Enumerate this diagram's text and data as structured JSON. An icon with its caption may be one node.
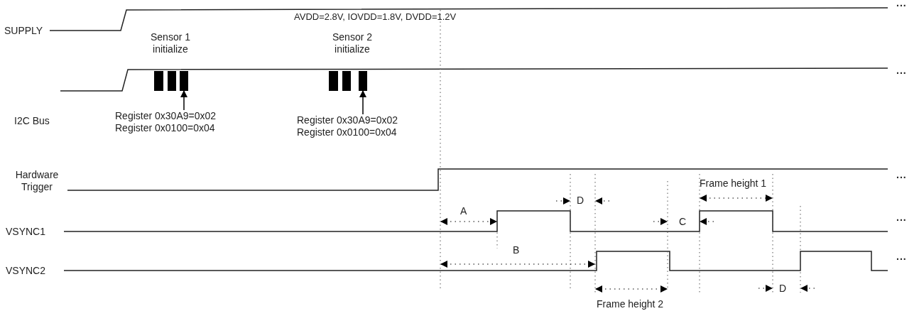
{
  "diagram": {
    "nodes": [
      {
        "text": [],
        "shape": "bar"
      },
      {
        "text": [
          "Register 0x30A9=0x02",
          "Register 0x0100=0x04"
        ]
      },
      {
        "text": [],
        "shape": "bar"
      },
      {
        "text": [
          "Register 0x30A9=0x02",
          "Register 0x0100=0x04"
        ]
      }
    ],
    "edges": [
      {
        "from": 1,
        "to": 0,
        "arrow": "to"
      },
      {
        "from": 3,
        "to": 2,
        "arrow": "to"
      }
    ],
    "labels": [
      "SUPPLY",
      "...",
      "AVDD=2.8V, IOVDD=1.8V, DVDD=1.2V",
      "Sensor 1 initialize",
      "Sensor 2 initialize",
      "...",
      "I2C Bus",
      "Hardware Trigger",
      "...",
      "Frame height 1",
      "D",
      "A",
      "C",
      "VSYNC1",
      "...",
      "B",
      "VSYNC2",
      "...",
      "D",
      "Frame height 2"
    ]
  }
}
